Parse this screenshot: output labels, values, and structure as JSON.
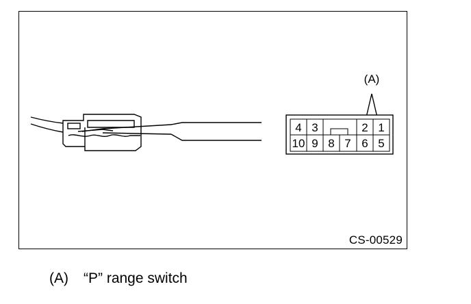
{
  "figure": {
    "code": "CS-00529",
    "callout_label": "(A)",
    "connector": {
      "top_row": [
        "4",
        "3",
        "2",
        "1"
      ],
      "bottom_row": [
        "10",
        "9",
        "8",
        "7",
        "6",
        "5"
      ]
    }
  },
  "caption": {
    "marker": "(A)",
    "text": "“P” range switch"
  }
}
